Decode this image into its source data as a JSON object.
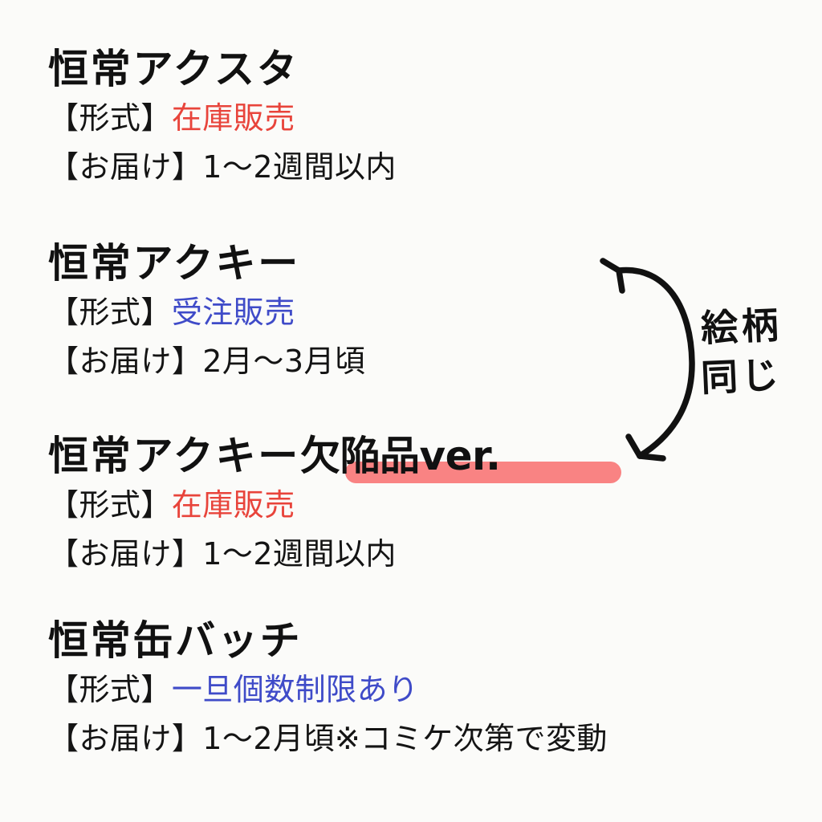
{
  "background_color": "#fbfbf9",
  "colors": {
    "text": "#141414",
    "red": "#e8443b",
    "blue": "#3f4bc8",
    "highlight_pink": "#f98383",
    "ink": "#111111"
  },
  "products": [
    {
      "title": "恒常アクスタ",
      "title_highlighted_part": "",
      "format_label": "【形式】",
      "format_value": "在庫販売",
      "format_color": "red",
      "delivery_label": "【お届け】",
      "delivery_value": "1～2週間以内"
    },
    {
      "title": "恒常アクキー",
      "title_highlighted_part": "",
      "format_label": "【形式】",
      "format_value": "受注販売",
      "format_color": "blue",
      "delivery_label": "【お届け】",
      "delivery_value": "2月～3月頃"
    },
    {
      "title": "恒常アクキー",
      "title_highlighted_part": "欠陥品ver.",
      "format_label": "【形式】",
      "format_value": "在庫販売",
      "format_color": "red",
      "delivery_label": "【お届け】",
      "delivery_value": "1～2週間以内"
    },
    {
      "title": "恒常缶バッチ",
      "title_highlighted_part": "",
      "format_label": "【形式】",
      "format_value": "一旦個数制限あり",
      "format_color": "blue",
      "delivery_label": "【お届け】",
      "delivery_value": "1～2月頃※コミケ次第で変動"
    }
  ],
  "annotation": {
    "line_1": "絵柄",
    "line_2": "同じ",
    "arrow": "double-headed-curved-arrow"
  }
}
